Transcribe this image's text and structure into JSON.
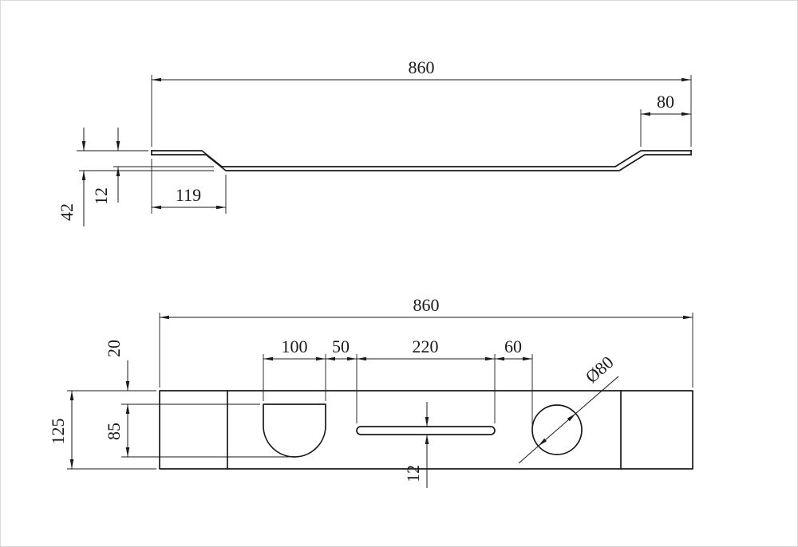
{
  "colors": {
    "ink": "#1a1a1a",
    "background": "#ffffff",
    "frame": "#d9d9d9"
  },
  "side_view": {
    "overall_length": "860",
    "right_end_length": "80",
    "left_flange_length": "119",
    "step_height": "12",
    "overall_height": "42"
  },
  "plan_view": {
    "overall_length": "860",
    "top_edge_to_cutout": "20",
    "plate_width": "125",
    "cutout_depth": "85",
    "cutout_width": "100",
    "cutout_to_slot_gap": "50",
    "slot_length": "220",
    "slot_to_hole_gap": "60",
    "slot_width": "12",
    "hole_diameter": "Ø80"
  }
}
